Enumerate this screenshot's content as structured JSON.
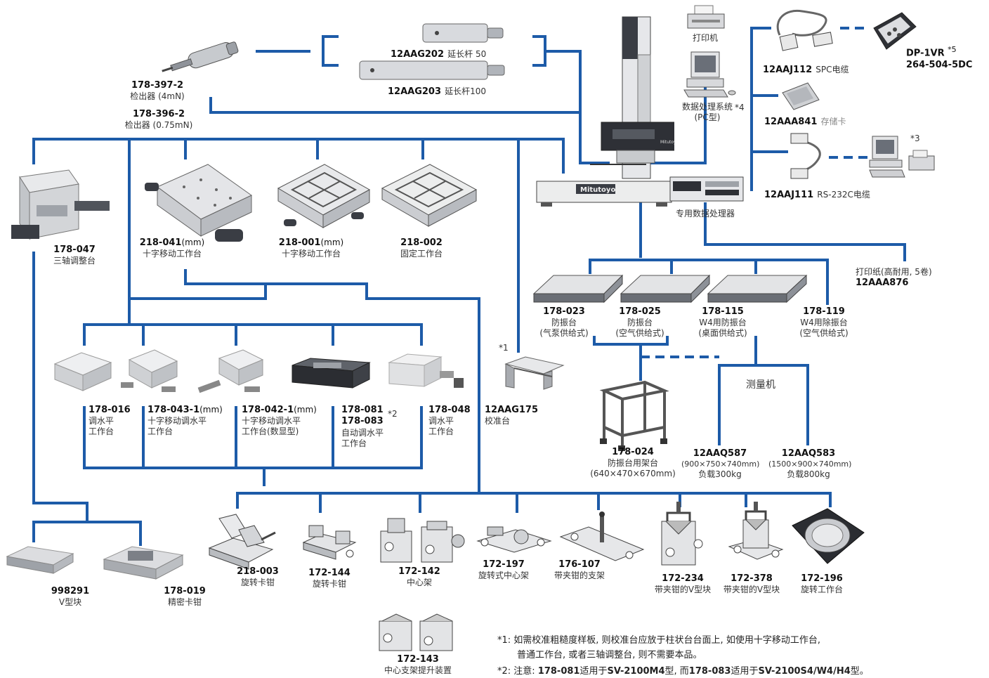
{
  "colors": {
    "wire": "#1d5ba8",
    "metal": "#b8bcc2",
    "dark": "#3a3d44"
  },
  "top": {
    "d397": {
      "code": "178-397-2",
      "name": "检出器 (4mN)"
    },
    "d396": {
      "code": "178-396-2",
      "name": "检出器 (0.75mN)"
    },
    "ext50": {
      "code": "12AAG202",
      "name": "延长杆 50"
    },
    "ext100": {
      "code": "12AAG203",
      "name": "延长杆100"
    }
  },
  "right": {
    "printer": "打印机",
    "pc": {
      "name": "数据处理系统",
      "sub": "(PC型)",
      "ast": "*4"
    },
    "spc": {
      "code": "12AAJ112",
      "name": "SPC电缆"
    },
    "dp": {
      "code": "DP-1VR",
      "code2": "264-504-5DC",
      "ast": "*5"
    },
    "card": {
      "code": "12AAA841",
      "name": "存储卡"
    },
    "rs": {
      "code": "12AAJ111",
      "name": "RS-232C电缆"
    },
    "pc2ast": "*3",
    "processor": "专用数据处理器",
    "paper": {
      "name": "打印纸(高耐用, 5卷)",
      "code": "12AAA876"
    },
    "brand": "Mitutoyo"
  },
  "row1": [
    {
      "code": "178-047",
      "name": "三轴调整台"
    },
    {
      "code": "218-041",
      "unit": "(mm)",
      "name": "十字移动工作台"
    },
    {
      "code": "218-001",
      "unit": "(mm)",
      "name": "十字移动工作台"
    },
    {
      "code": "218-002",
      "name": "固定工作台"
    }
  ],
  "vib": [
    {
      "code": "178-023",
      "name": "防振台",
      "sub": "(气泵供给式)"
    },
    {
      "code": "178-025",
      "name": "防振台",
      "sub": "(空气供给式)"
    },
    {
      "code": "178-115",
      "name": "W4用防振台",
      "sub": "(桌面供给式)"
    },
    {
      "code": "178-119",
      "name": "W4用除振台",
      "sub": "(空气供给式)"
    }
  ],
  "stand": {
    "code": "178-024",
    "name": "防振台用架台",
    "sub": "(640×470×670mm)"
  },
  "measure": {
    "title": "测量机",
    "a": {
      "code": "12AAQ587",
      "dim": "(900×750×740mm)",
      "load": "负载300kg"
    },
    "b": {
      "code": "12AAQ583",
      "dim": "(1500×900×740mm)",
      "load": "负载800kg"
    }
  },
  "row2": [
    {
      "code": "178-016",
      "name": "调水平",
      "name2": "工作台"
    },
    {
      "code": "178-043-1",
      "unit": "(mm)",
      "name": "十字移动调水平",
      "name2": "工作台"
    },
    {
      "code": "178-042-1",
      "unit": "(mm)",
      "name": "十字移动调水平",
      "name2": "工作台(数显型)"
    },
    {
      "code": "178-081",
      "code2": "178-083",
      "ast": "*2",
      "name": "自动调水平",
      "name2": "工作台"
    },
    {
      "code": "178-048",
      "name": "调水平",
      "name2": "工作台"
    }
  ],
  "calib": {
    "code": "12AAG175",
    "name": "校准台",
    "ast": "*1"
  },
  "row3": [
    {
      "code": "998291",
      "name": "V型块"
    },
    {
      "code": "178-019",
      "name": "精密卡钳"
    }
  ],
  "row4": [
    {
      "code": "218-003",
      "name": "旋转卡钳"
    },
    {
      "code": "172-144",
      "name": "旋转卡钳"
    },
    {
      "code": "172-142",
      "name": "中心架"
    },
    {
      "code": "172-197",
      "name": "旋转式中心架"
    },
    {
      "code": "176-107",
      "name": "带夹钳的支架"
    },
    {
      "code": "172-234",
      "name": "带夹钳的V型块"
    },
    {
      "code": "172-378",
      "name": "带夹钳的V型块"
    },
    {
      "code": "172-196",
      "name": "旋转工作台"
    }
  ],
  "lift": {
    "code": "172-143",
    "name": "中心支架提升装置"
  },
  "notes": {
    "n1a": "*1: 如需校准粗糙度样板, 则校准台应放于柱状台台面上, 如使用十字移动工作台,",
    "n1b": "普通工作台, 或者三轴调整台, 则不需要本品。",
    "n2pre": "*2: 注意: ",
    "n2c1": "178-081",
    "n2m1": "适用于",
    "n2m2": "SV-2100M4",
    "n2m3": "型, 而",
    "n2c2": "178-083",
    "n2m4": "适用于",
    "n2m5": "SV-2100S4/W4/H4",
    "n2m6": "型。"
  }
}
